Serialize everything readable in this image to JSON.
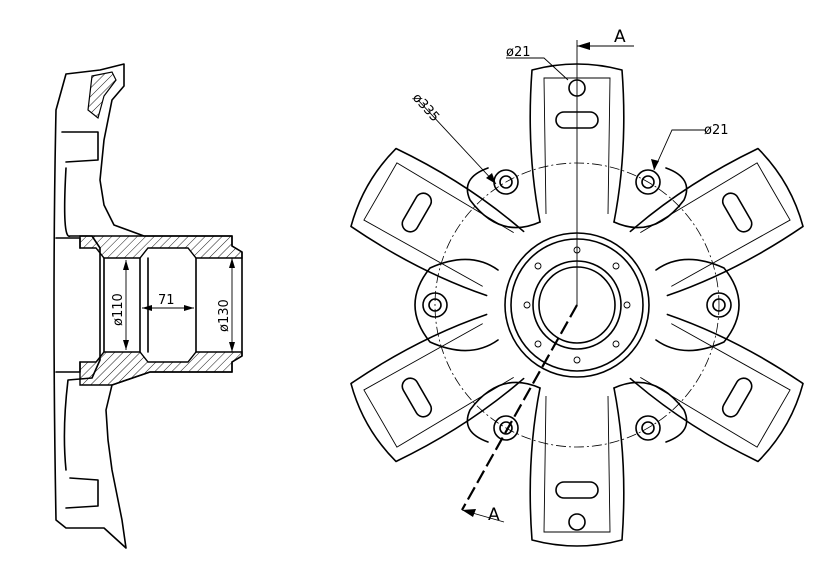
{
  "side_view": {
    "dim_bore_small": "ø110",
    "dim_width": "71",
    "dim_bore_large": "ø130"
  },
  "front_view": {
    "dim_hole_top": "ø21",
    "dim_hole_right": "ø21",
    "dim_pcd": "ø335",
    "section_label_top": "A",
    "section_label_bottom": "A"
  }
}
